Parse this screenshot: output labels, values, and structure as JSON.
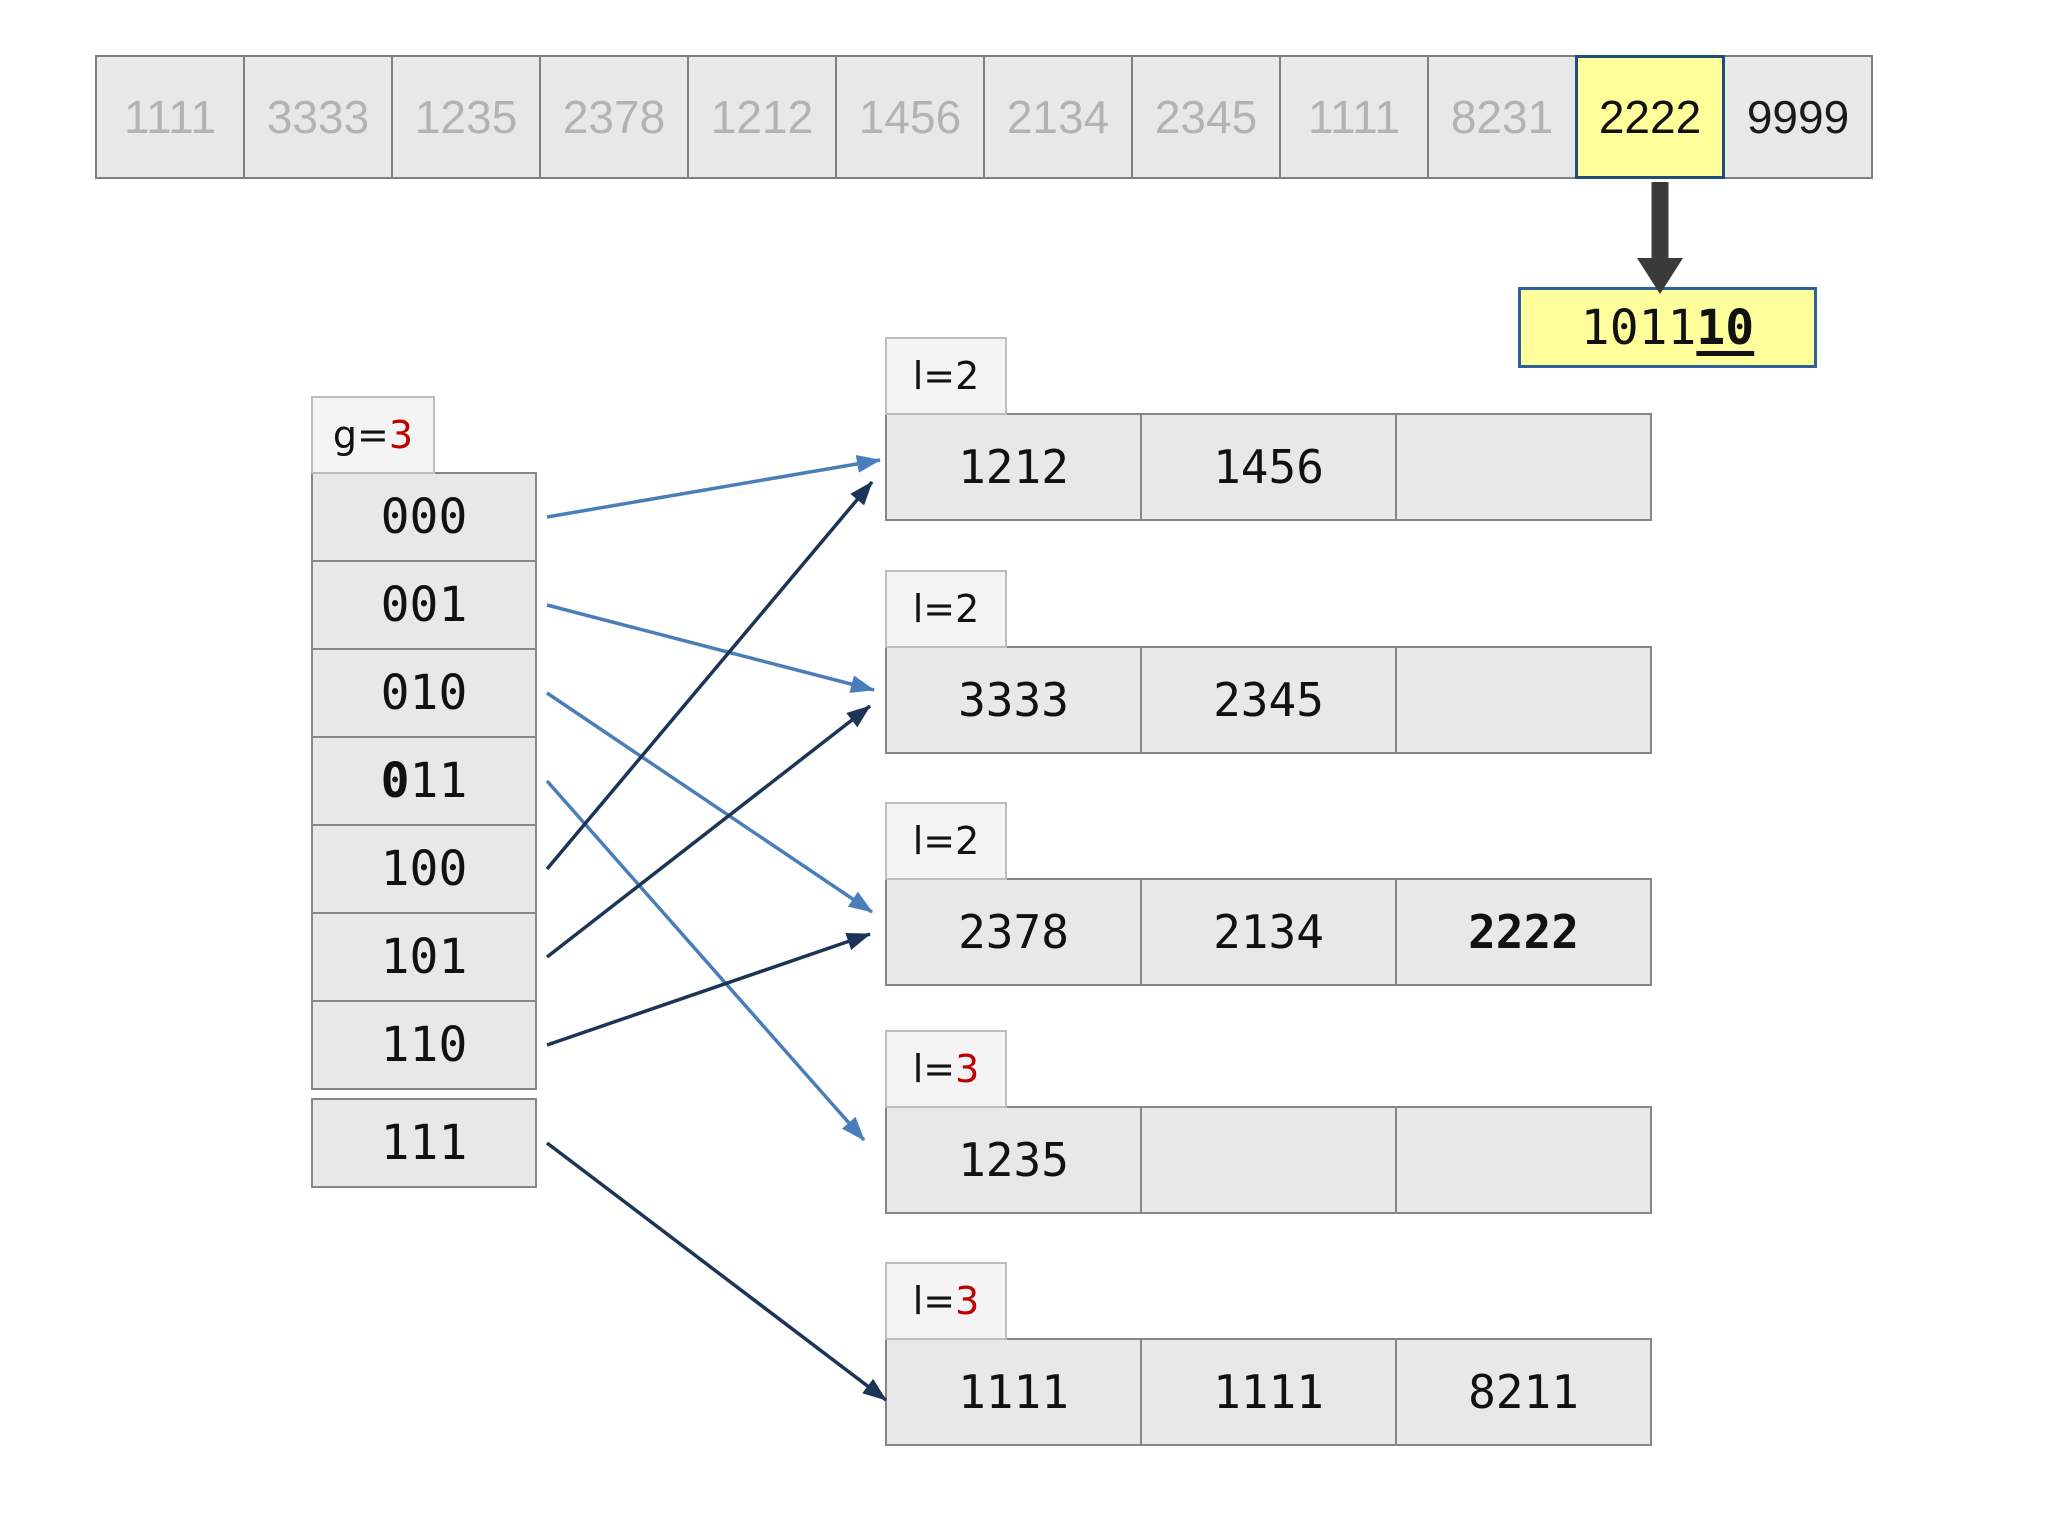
{
  "top_row": {
    "cells": [
      {
        "value": "1111",
        "style": "faded"
      },
      {
        "value": "3333",
        "style": "faded"
      },
      {
        "value": "1235",
        "style": "faded"
      },
      {
        "value": "2378",
        "style": "faded"
      },
      {
        "value": "1212",
        "style": "faded"
      },
      {
        "value": "1456",
        "style": "faded"
      },
      {
        "value": "2134",
        "style": "faded"
      },
      {
        "value": "2345",
        "style": "faded"
      },
      {
        "value": "1111",
        "style": "faded"
      },
      {
        "value": "8231",
        "style": "faded"
      },
      {
        "value": "2222",
        "style": "highlighted"
      },
      {
        "value": "9999",
        "style": "normal"
      }
    ]
  },
  "hash_box": {
    "prefix": "1011",
    "highlight": "10"
  },
  "directory": {
    "label": {
      "prefix": "g=",
      "value": "3"
    },
    "entries": [
      {
        "bold": "",
        "text": "000"
      },
      {
        "bold": "",
        "text": "001"
      },
      {
        "bold": "",
        "text": "010"
      },
      {
        "bold": "0",
        "text": "11"
      },
      {
        "bold": "",
        "text": "100"
      },
      {
        "bold": "",
        "text": "101"
      },
      {
        "bold": "",
        "text": "110"
      },
      {
        "bold": "",
        "text": "111"
      }
    ]
  },
  "buckets": [
    {
      "label": {
        "prefix": "l=",
        "value": "2",
        "value_red": false
      },
      "cells": [
        {
          "value": "1212",
          "bold": false
        },
        {
          "value": "1456",
          "bold": false
        },
        {
          "value": "",
          "bold": false
        }
      ]
    },
    {
      "label": {
        "prefix": "l=",
        "value": "2",
        "value_red": false
      },
      "cells": [
        {
          "value": "3333",
          "bold": false
        },
        {
          "value": "2345",
          "bold": false
        },
        {
          "value": "",
          "bold": false
        }
      ]
    },
    {
      "label": {
        "prefix": "l=",
        "value": "2",
        "value_red": false
      },
      "cells": [
        {
          "value": "2378",
          "bold": false
        },
        {
          "value": "2134",
          "bold": false
        },
        {
          "value": "2222",
          "bold": true
        }
      ]
    },
    {
      "label": {
        "prefix": "l=",
        "value": "3",
        "value_red": true
      },
      "cells": [
        {
          "value": "1235",
          "bold": false
        },
        {
          "value": "",
          "bold": false
        },
        {
          "value": "",
          "bold": false
        }
      ]
    },
    {
      "label": {
        "prefix": "l=",
        "value": "3",
        "value_red": true
      },
      "cells": [
        {
          "value": "1111",
          "bold": false
        },
        {
          "value": "1111",
          "bold": false
        },
        {
          "value": "8211",
          "bold": false
        }
      ]
    }
  ],
  "links": [
    {
      "from": "2222",
      "to": "hash_box",
      "color": "black"
    },
    {
      "from": "000",
      "to": "bucket_1",
      "color": "blue"
    },
    {
      "from": "001",
      "to": "bucket_2",
      "color": "blue"
    },
    {
      "from": "010",
      "to": "bucket_3",
      "color": "blue"
    },
    {
      "from": "011",
      "to": "bucket_4",
      "color": "blue"
    },
    {
      "from": "100",
      "to": "bucket_1",
      "color": "dark"
    },
    {
      "from": "101",
      "to": "bucket_2",
      "color": "dark"
    },
    {
      "from": "110",
      "to": "bucket_3",
      "color": "dark"
    },
    {
      "from": "111",
      "to": "bucket_5",
      "color": "dark"
    }
  ],
  "colors": {
    "highlight_yellow": "#ffff9c",
    "highlight_border_blue": "#1f4e79",
    "red_text": "#c00000",
    "arrow_blue": "#4a7ebb",
    "arrow_dark": "#1c3557",
    "down_arrow": "#3a3a3a",
    "cell_fill": "#e8e8e8",
    "cell_border": "#868686",
    "faded_text": "#b3b3b3"
  }
}
